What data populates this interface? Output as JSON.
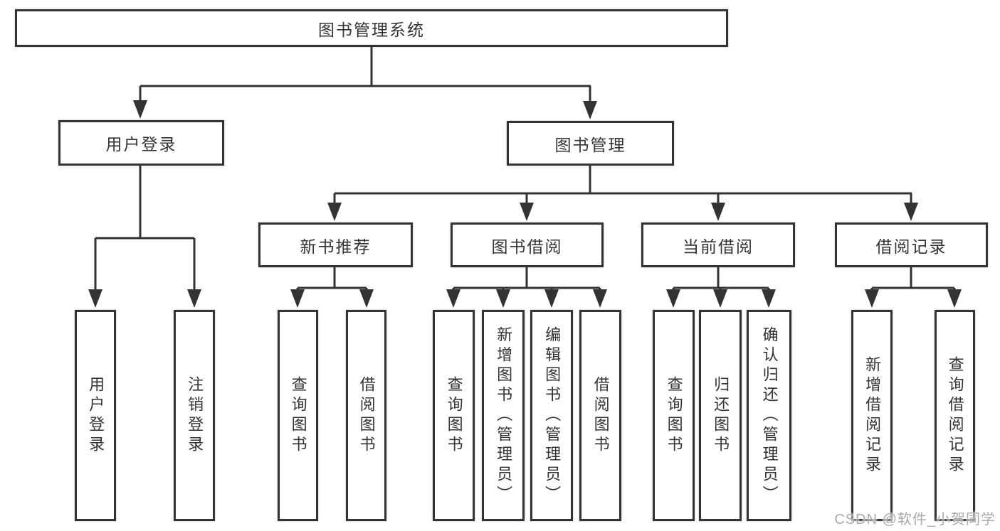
{
  "diagram_title": "图书管理系统",
  "watermark": "CSDN @软件_小贺同学",
  "colors": {
    "line": "#333333",
    "text": "#333333",
    "background": "#ffffff",
    "watermark": "#aaaaaa"
  },
  "tree": {
    "label": "图书管理系统",
    "children": [
      {
        "label": "用户登录",
        "children": [
          {
            "label": "用户登录"
          },
          {
            "label": "注销登录"
          }
        ]
      },
      {
        "label": "图书管理",
        "children": [
          {
            "label": "新书推荐",
            "children": [
              {
                "label": "查询图书"
              },
              {
                "label": "借阅图书"
              }
            ]
          },
          {
            "label": "图书借阅",
            "children": [
              {
                "label": "查询图书"
              },
              {
                "label": "新增图书（管理员）"
              },
              {
                "label": "编辑图书（管理员）"
              },
              {
                "label": "借阅图书"
              }
            ]
          },
          {
            "label": "当前借阅",
            "children": [
              {
                "label": "查询图书"
              },
              {
                "label": "归还图书"
              },
              {
                "label": "确认归还（管理员）"
              }
            ]
          },
          {
            "label": "借阅记录",
            "children": [
              {
                "label": "新增借阅记录"
              },
              {
                "label": "查询借阅记录"
              }
            ]
          }
        ]
      }
    ]
  }
}
